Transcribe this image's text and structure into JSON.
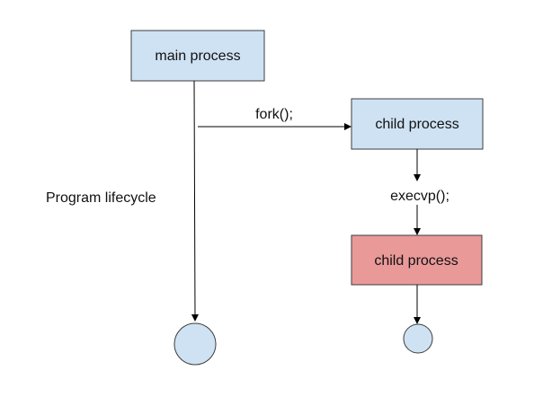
{
  "nodes": {
    "main_process": {
      "label": "main process",
      "fill": "#cfe2f3",
      "stroke": "#3c3c3c"
    },
    "child_process_1": {
      "label": "child process",
      "fill": "#cfe2f3",
      "stroke": "#3c3c3c"
    },
    "child_process_2": {
      "label": "child process",
      "fill": "#ea9999",
      "stroke": "#3c3c3c"
    },
    "main_end": {
      "shape": "circle",
      "fill": "#cfe2f3",
      "stroke": "#3c3c3c"
    },
    "child_end": {
      "shape": "circle",
      "fill": "#cfe2f3",
      "stroke": "#3c3c3c"
    }
  },
  "edges": {
    "fork": {
      "label": "fork();"
    },
    "execvp": {
      "label": "execvp();"
    }
  },
  "annotations": {
    "lifecycle": "Program lifecycle"
  },
  "colors": {
    "line": "#000000",
    "node_blue": "#cfe2f3",
    "node_red": "#ea9999"
  }
}
